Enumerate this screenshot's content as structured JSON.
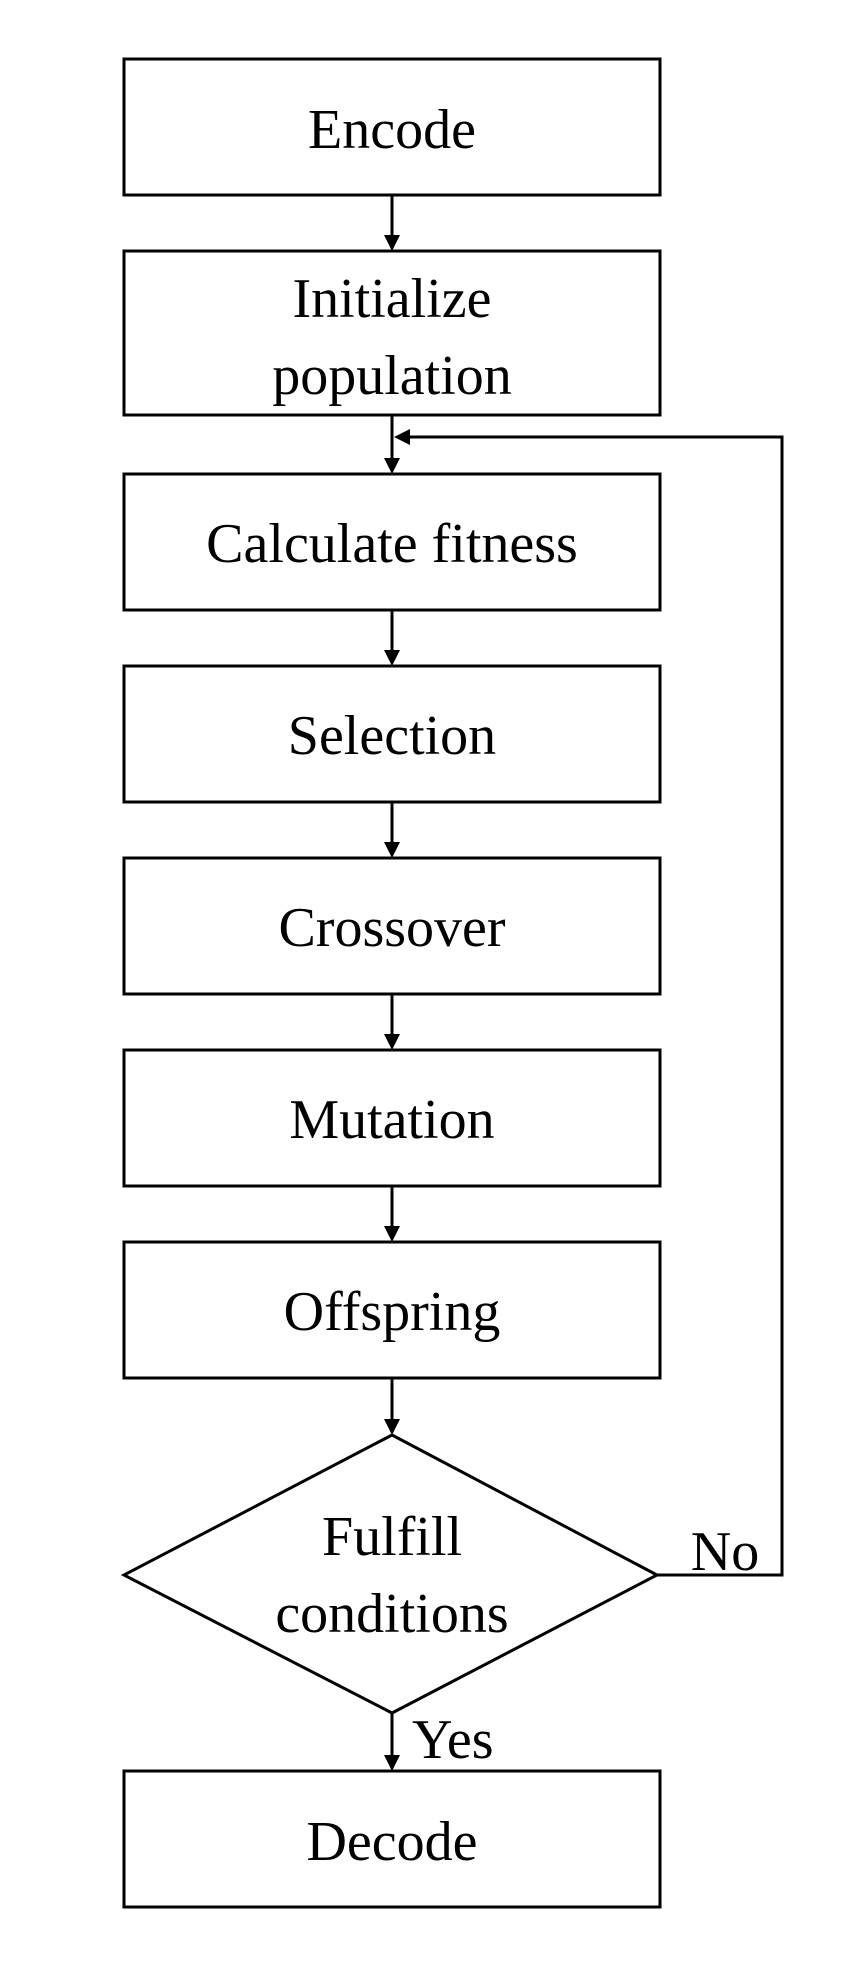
{
  "diagram": {
    "nodes": {
      "encode": {
        "lines": [
          "Encode"
        ]
      },
      "initialize": {
        "lines": [
          "Initialize",
          "population"
        ]
      },
      "calculate": {
        "lines": [
          "Calculate fitness"
        ]
      },
      "selection": {
        "lines": [
          "Selection"
        ]
      },
      "crossover": {
        "lines": [
          "Crossover"
        ]
      },
      "mutation": {
        "lines": [
          "Mutation"
        ]
      },
      "offspring": {
        "lines": [
          "Offspring"
        ]
      },
      "condition": {
        "lines": [
          "Fulfill",
          "conditions"
        ]
      },
      "decode": {
        "lines": [
          "Decode"
        ]
      }
    },
    "edge_labels": {
      "no": "No",
      "yes": "Yes"
    },
    "colors": {
      "stroke": "#000000",
      "fill": "#ffffff"
    }
  }
}
